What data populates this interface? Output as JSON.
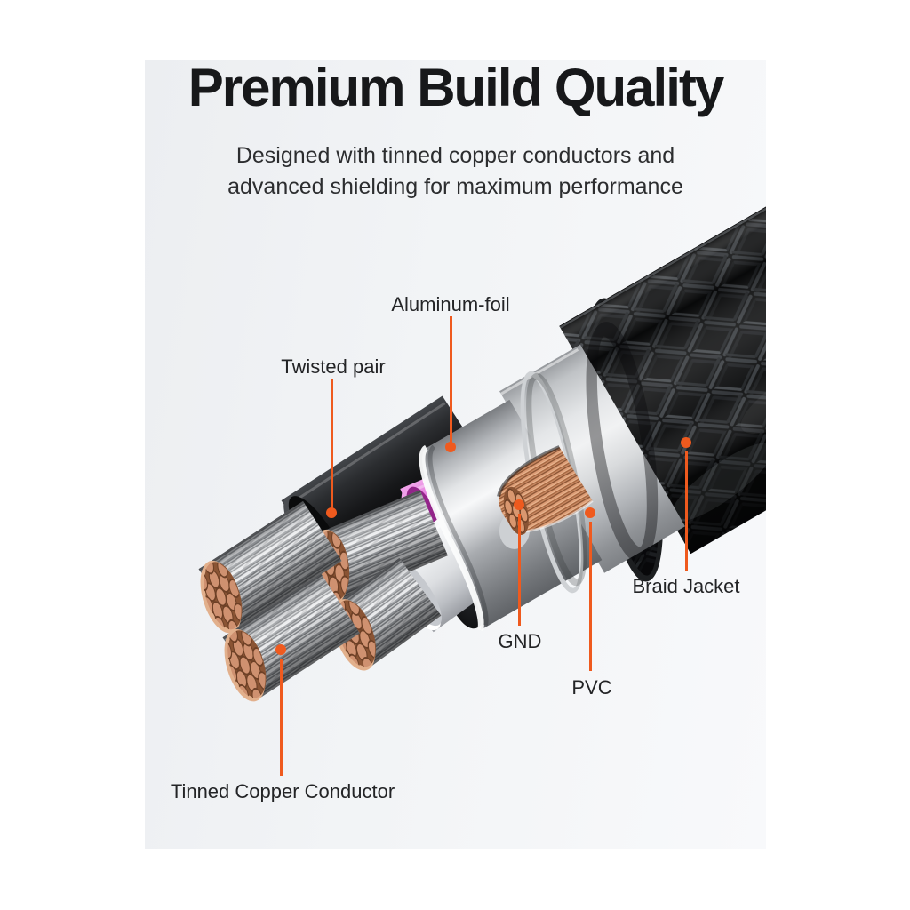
{
  "header": {
    "title": "Premium Build Quality",
    "subtitle_line1": "Designed with tinned copper conductors and",
    "subtitle_line2": "advanced shielding for maximum performance"
  },
  "callouts": [
    {
      "id": "twisted-pair",
      "label": "Twisted pair"
    },
    {
      "id": "aluminum-foil",
      "label": "Aluminum-foil"
    },
    {
      "id": "braid-jacket",
      "label": "Braid Jacket"
    },
    {
      "id": "gnd",
      "label": "GND"
    },
    {
      "id": "pvc",
      "label": "PVC"
    },
    {
      "id": "tinned-copper-conductor",
      "label": "Tinned Copper Conductor"
    }
  ],
  "colors": {
    "accent": "#ef5a1e",
    "title_text": "#17181a",
    "body_text": "#2c2d2f",
    "label_text": "#232426",
    "panel_background": "#f1f3f5",
    "page_background": "#ffffff",
    "wire_magenta": "#d34bc9",
    "wire_green": "#2aa35c",
    "wire_white": "#e9ebee",
    "wire_black": "#1a1b1d",
    "braid_black": "#0c0d0e",
    "pvc_gray": "#d9dbdd",
    "foil_silver": "#e2e4e6",
    "copper": "#cd9070",
    "tinned_strand": "#c9cbce"
  }
}
